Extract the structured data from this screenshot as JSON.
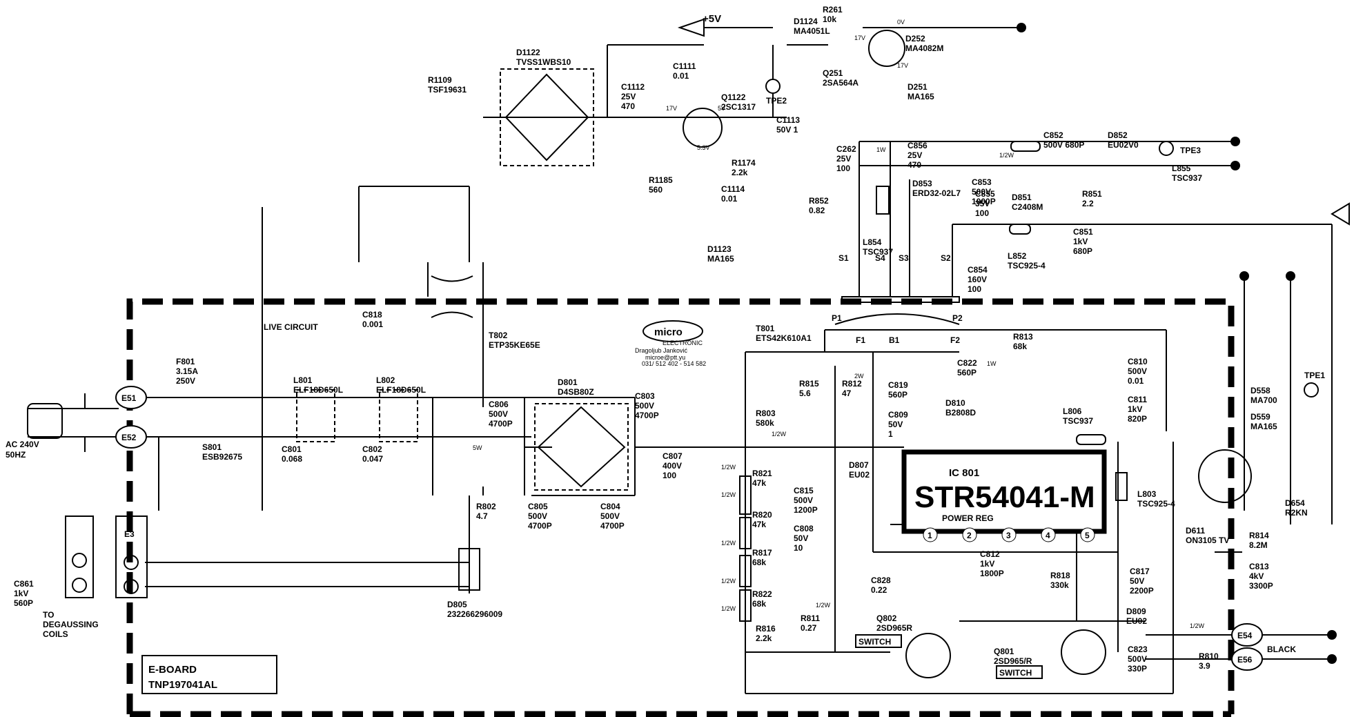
{
  "title": {
    "ic": "IC 801",
    "part": "STR54041-M",
    "func": "POWER REG"
  },
  "board": {
    "name": "E-BOARD",
    "part": "TNP197041AL"
  },
  "live": "LIVE CIRCUIT",
  "ac": {
    "v": "AC 240V",
    "hz": "50HZ"
  },
  "degauss": [
    "TO",
    "DEGAUSSING",
    "COILS"
  ],
  "rail": "+5V",
  "black": "BLACK",
  "logo": {
    "brand": "micro",
    "sub": "ELECTRONIC",
    "author": "Dragoljub Janković",
    "email": "microe@ptt.yu",
    "phone": "031/ 512 402 - 514 582"
  },
  "switches": [
    "SWITCH",
    "SWITCH"
  ],
  "ic_pins": [
    "1",
    "2",
    "3",
    "4",
    "5"
  ],
  "connectors": [
    "E51",
    "E52",
    "E3",
    "E54",
    "E56"
  ],
  "transformer_pins": [
    "S1",
    "S4",
    "S3",
    "S2",
    "P1",
    "P2",
    "F1",
    "B1",
    "F2"
  ],
  "test_points": [
    "TPE2",
    "TPE3",
    "TPE1"
  ],
  "voltages": [
    "0V",
    "17V",
    "17V",
    "17V",
    "5V",
    "5.3V"
  ],
  "watts": [
    "1W",
    "5W",
    "2W",
    "1W",
    "1/2W",
    "1/2W",
    "1/2W",
    "1/2W",
    "1/2W",
    "1/2W",
    "1/2W",
    "1/2W",
    "1/2W"
  ],
  "components": [
    {
      "l1": "F801",
      "l2": "3.15A",
      "l3": "250V"
    },
    {
      "l1": "L801",
      "l2": "ELF18D650L"
    },
    {
      "l1": "L802",
      "l2": "ELF18D650L"
    },
    {
      "l1": "C801",
      "l2": "0.068"
    },
    {
      "l1": "C802",
      "l2": "0.047"
    },
    {
      "l1": "C818",
      "l2": "0.001"
    },
    {
      "l1": "S801",
      "l2": "ESB92675"
    },
    {
      "l1": "T802",
      "l2": "ETP35KE65E"
    },
    {
      "l1": "D801",
      "l2": "D4SB80Z"
    },
    {
      "l1": "C806",
      "l2": "500V",
      "l3": "4700P"
    },
    {
      "l1": "C803",
      "l2": "500V",
      "l3": "4700P"
    },
    {
      "l1": "C805",
      "l2": "500V",
      "l3": "4700P"
    },
    {
      "l1": "C804",
      "l2": "500V",
      "l3": "4700P"
    },
    {
      "l1": "R802",
      "l2": "4.7"
    },
    {
      "l1": "D805",
      "l2": "232266296009"
    },
    {
      "l1": "C807",
      "l2": "400V",
      "l3": "100"
    },
    {
      "l1": "R803",
      "l2": "580k"
    },
    {
      "l1": "R821",
      "l2": "47k"
    },
    {
      "l1": "R820",
      "l2": "47k"
    },
    {
      "l1": "R817",
      "l2": "68k"
    },
    {
      "l1": "R822",
      "l2": "68k"
    },
    {
      "l1": "R816",
      "l2": "2.2k"
    },
    {
      "l1": "R815",
      "l2": "5.6"
    },
    {
      "l1": "R812",
      "l2": "47"
    },
    {
      "l1": "C819",
      "l2": "560P"
    },
    {
      "l1": "C809",
      "l2": "50V",
      "l3": "1"
    },
    {
      "l1": "D807",
      "l2": "EU02"
    },
    {
      "l1": "C815",
      "l2": "500V",
      "l3": "1200P"
    },
    {
      "l1": "C808",
      "l2": "50V",
      "l3": "10"
    },
    {
      "l1": "C828",
      "l2": "0.22"
    },
    {
      "l1": "R811",
      "l2": "0.27"
    },
    {
      "l1": "Q802",
      "l2": "2SD965R"
    },
    {
      "l1": "Q801",
      "l2": "2SD965/R"
    },
    {
      "l1": "C812",
      "l2": "1kV",
      "l3": "1800P"
    },
    {
      "l1": "R818",
      "l2": "330k"
    },
    {
      "l1": "C817",
      "l2": "50V",
      "l3": "2200P"
    },
    {
      "l1": "T801",
      "l2": "ETS42K610A1"
    },
    {
      "l1": "R813",
      "l2": "68k"
    },
    {
      "l1": "C822",
      "l2": "560P"
    },
    {
      "l1": "C810",
      "l2": "500V",
      "l3": "0.01"
    },
    {
      "l1": "C811",
      "l2": "1kV",
      "l3": "820P"
    },
    {
      "l1": "D810",
      "l2": "B2808D"
    },
    {
      "l1": "L806",
      "l2": "TSC937"
    },
    {
      "l1": "L803",
      "l2": "TSC925-4"
    },
    {
      "l1": "D809",
      "l2": "EU02"
    },
    {
      "l1": "C823",
      "l2": "500V",
      "l3": "330P"
    },
    {
      "l1": "R810",
      "l2": "3.9"
    },
    {
      "l1": "D558",
      "l2": "MA700"
    },
    {
      "l1": "D559",
      "l2": "MA165"
    },
    {
      "l1": "D611",
      "l2": "ON3105 TV"
    },
    {
      "l1": "D654",
      "l2": "R2KN"
    },
    {
      "l1": "R814",
      "l2": "8.2M"
    },
    {
      "l1": "C813",
      "l2": "4kV",
      "l3": "3300P"
    },
    {
      "l1": "D1122",
      "l2": "TVSS1WBS10"
    },
    {
      "l1": "R1109",
      "l2": "TSF19631"
    },
    {
      "l1": "C1112",
      "l2": "25V",
      "l3": "470"
    },
    {
      "l1": "C1111",
      "l2": "0.01"
    },
    {
      "l1": "Q1122",
      "l2": "2SC1317"
    },
    {
      "l1": "R1185",
      "l2": "560"
    },
    {
      "l1": "R1174",
      "l2": "2.2k"
    },
    {
      "l1": "C1113",
      "l2": "50V 1"
    },
    {
      "l1": "C1114",
      "l2": "0.01"
    },
    {
      "l1": "D1123",
      "l2": "MA165"
    },
    {
      "l1": "D1124",
      "l2": "MA4051L"
    },
    {
      "l1": "R261",
      "l2": "10k"
    },
    {
      "l1": "D252",
      "l2": "MA4082M"
    },
    {
      "l1": "Q251",
      "l2": "2SA564A"
    },
    {
      "l1": "D251",
      "l2": "MA165"
    },
    {
      "l1": "C262",
      "l2": "25V",
      "l3": "100"
    },
    {
      "l1": "C856",
      "l2": "25V",
      "l3": "470"
    },
    {
      "l1": "R852",
      "l2": "0.82"
    },
    {
      "l1": "L854",
      "l2": "TSC937"
    },
    {
      "l1": "D853",
      "l2": "ERD32-02L7"
    },
    {
      "l1": "C853",
      "l2": "500V",
      "l3": "1000P"
    },
    {
      "l1": "R851",
      "l2": "2.2"
    },
    {
      "l1": "C852",
      "l2": "500V 680P"
    },
    {
      "l1": "D852",
      "l2": "EU02V0"
    },
    {
      "l1": "L855",
      "l2": "TSC937"
    },
    {
      "l1": "C855",
      "l2": "35V",
      "l3": "100"
    },
    {
      "l1": "D851",
      "l2": "C2408M"
    },
    {
      "l1": "L852",
      "l2": "TSC925-4"
    },
    {
      "l1": "C851",
      "l2": "1kV",
      "l3": "680P"
    },
    {
      "l1": "C854",
      "l2": "160V",
      "l3": "100"
    },
    {
      "l1": "C861",
      "l2": "1kV",
      "l3": "560P"
    }
  ]
}
